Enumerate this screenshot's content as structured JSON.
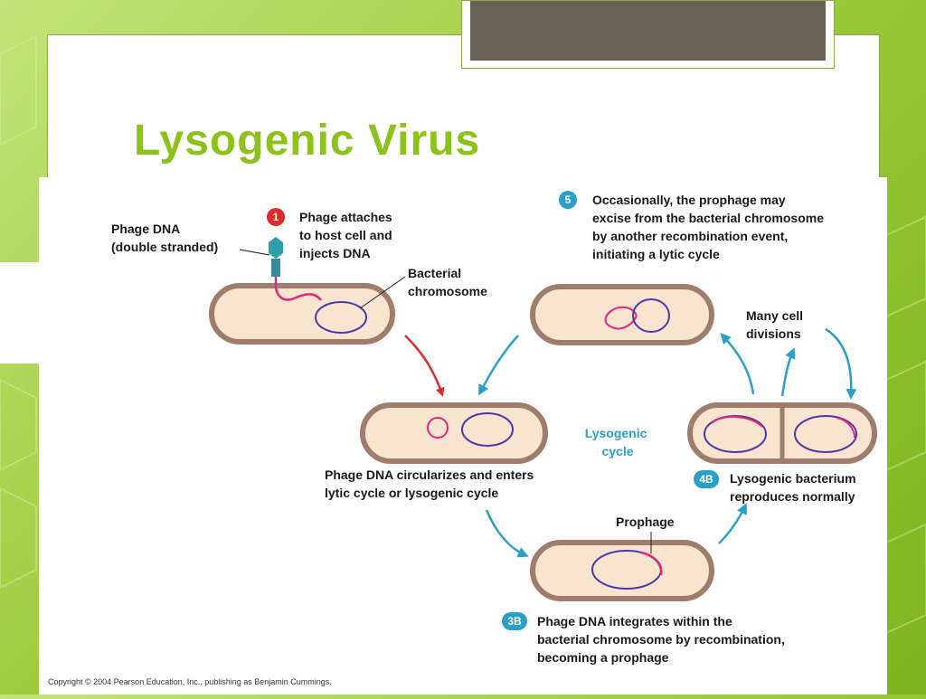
{
  "slide": {
    "title": "Lysogenic Virus"
  },
  "figure": {
    "step1": {
      "badge": "1",
      "lines": [
        "Phage attaches",
        "to host cell and",
        "injects DNA"
      ]
    },
    "phage_dna": {
      "lines": [
        "Phage DNA",
        "(double stranded)"
      ]
    },
    "bacterial_chromosome": {
      "lines": [
        "Bacterial",
        "chromosome"
      ]
    },
    "step5": {
      "badge": "5",
      "lines": [
        "Occasionally, the prophage may",
        "excise from the bacterial chromosome",
        "by another recombination event,",
        "initiating a lytic cycle"
      ]
    },
    "many_divisions": {
      "lines": [
        "Many cell",
        "divisions"
      ]
    },
    "cycle": {
      "lines": [
        "Lysogenic",
        "cycle"
      ]
    },
    "circularize": {
      "lines": [
        "Phage DNA circularizes and enters",
        "lytic cycle or lysogenic cycle"
      ]
    },
    "step4b": {
      "badge": "4B",
      "lines": [
        "Lysogenic bacterium",
        "reproduces normally"
      ]
    },
    "prophage": {
      "label": "Prophage"
    },
    "step3b": {
      "badge": "3B",
      "lines": [
        "Phage DNA integrates within the",
        "bacterial chromosome by recombination,",
        "becoming a prophage"
      ]
    },
    "copyright": "Copyright © 2004 Pearson Education, Inc., publishing as Benjamin Cummings."
  },
  "colors": {
    "cell_fill": "#f9e4cf",
    "cell_border": "#a07c6a",
    "chromosome": "#4a3aa8",
    "phage_dna": "#e0287a",
    "red_arrow": "#e02a2a",
    "cyan_arrow": "#2aa0c8",
    "title": "#8cc21a"
  }
}
